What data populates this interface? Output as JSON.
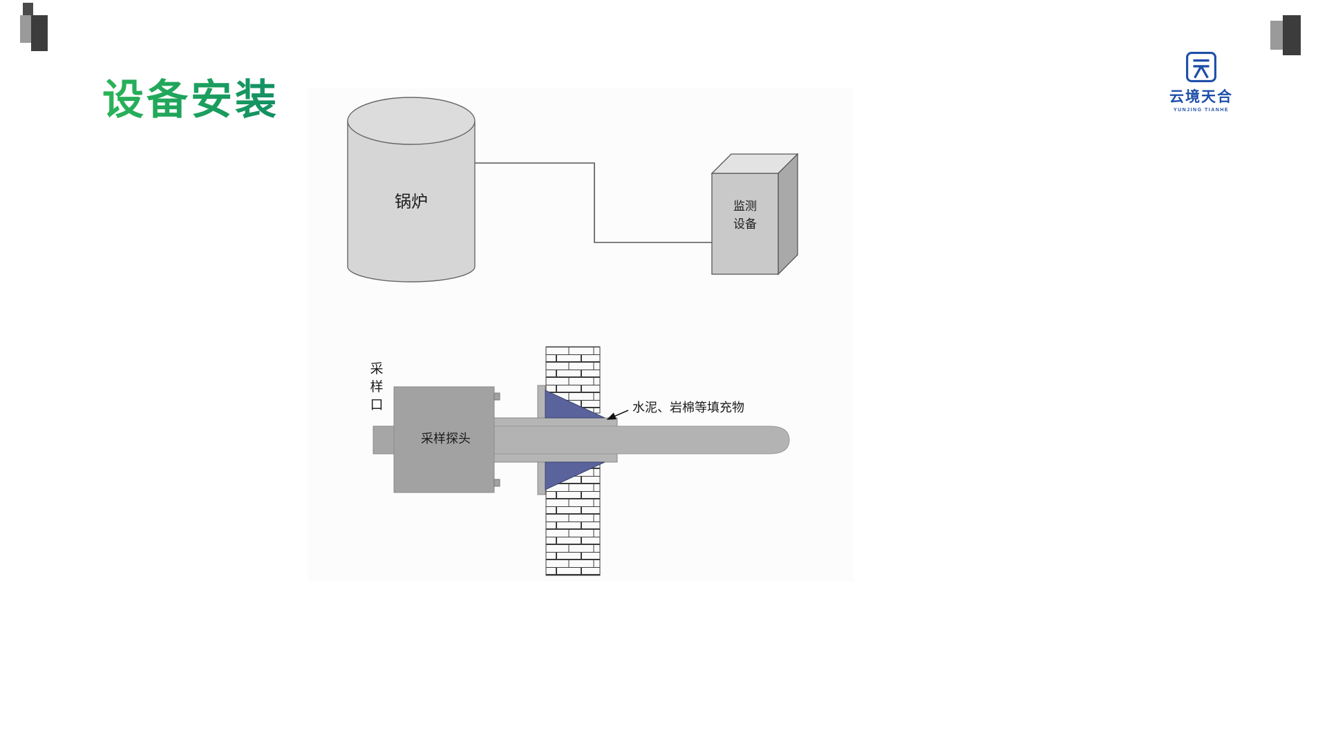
{
  "slide": {
    "title": "设备安装"
  },
  "logo": {
    "name": "云境天合",
    "subtitle": "YUNJING TIANHE",
    "brand_color": "#1d4ea9"
  },
  "diagram": {
    "boiler_label": "锅炉",
    "monitor_line1": "监测",
    "monitor_line2": "设备",
    "sampling_port_label": "采样口",
    "probe_label": "采样探头",
    "filler_label": "水泥、岩棉等填充物"
  },
  "colors": {
    "title_green_start": "#2ab457",
    "title_green_end": "#128f63",
    "brand_blue": "#1d4ea9",
    "filler_blue": "#5a639b",
    "equipment_gray": "#c9c9c9"
  }
}
